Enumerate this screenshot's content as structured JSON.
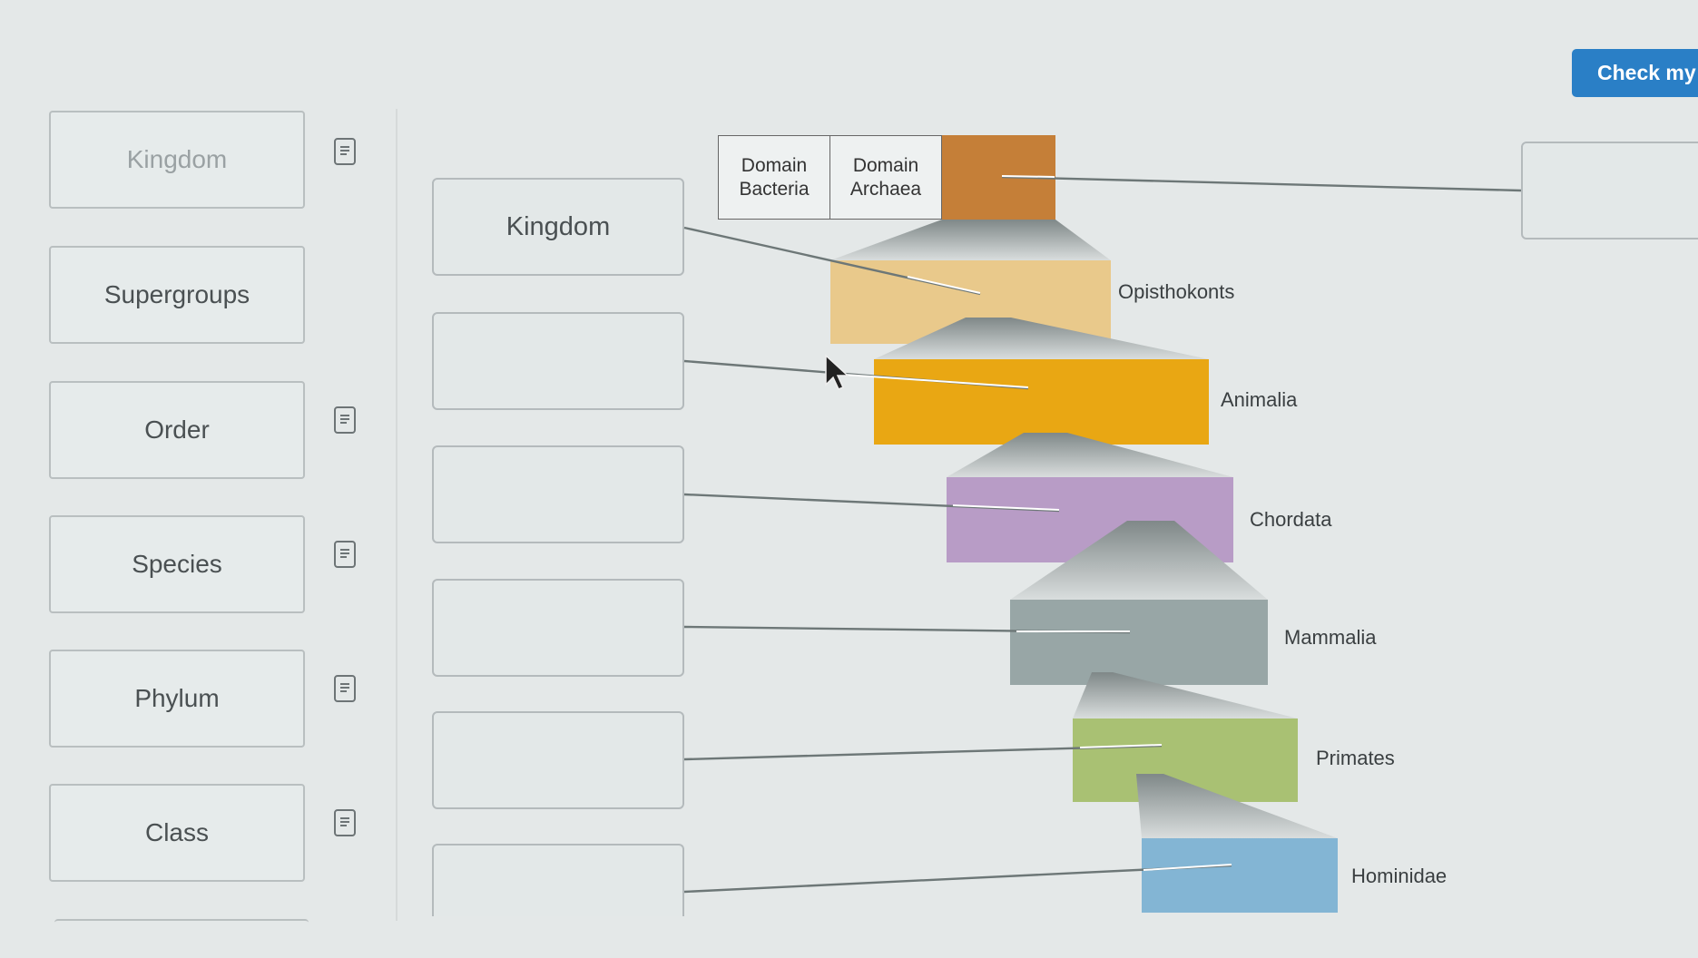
{
  "header": {
    "check_label": "Check my"
  },
  "bank": {
    "items": [
      {
        "label": "Kingdom",
        "used": true
      },
      {
        "label": "Supergroups",
        "used": false
      },
      {
        "label": "Order",
        "used": false
      },
      {
        "label": "Species",
        "used": false
      },
      {
        "label": "Phylum",
        "used": false
      },
      {
        "label": "Class",
        "used": false
      }
    ]
  },
  "drop_zones": [
    {
      "value": "Kingdom"
    },
    {
      "value": ""
    },
    {
      "value": ""
    },
    {
      "value": ""
    },
    {
      "value": ""
    },
    {
      "value": ""
    }
  ],
  "top_drop": {
    "value": ""
  },
  "diagram": {
    "domain_bacteria": {
      "line1": "Domain",
      "line2": "Bacteria"
    },
    "domain_archaea": {
      "line1": "Domain",
      "line2": "Archaea"
    },
    "levels": [
      {
        "label": "Opisthokonts",
        "color": "#e9c98b"
      },
      {
        "label": "Animalia",
        "color": "#e9a713"
      },
      {
        "label": "Chordata",
        "color": "#b89cc6"
      },
      {
        "label": "Mammalia",
        "color": "#98a6a6"
      },
      {
        "label": "Primates",
        "color": "#a9c173"
      },
      {
        "label": "Hominidae",
        "color": "#83b5d4"
      }
    ],
    "eukarya_color": "#c57f38"
  }
}
